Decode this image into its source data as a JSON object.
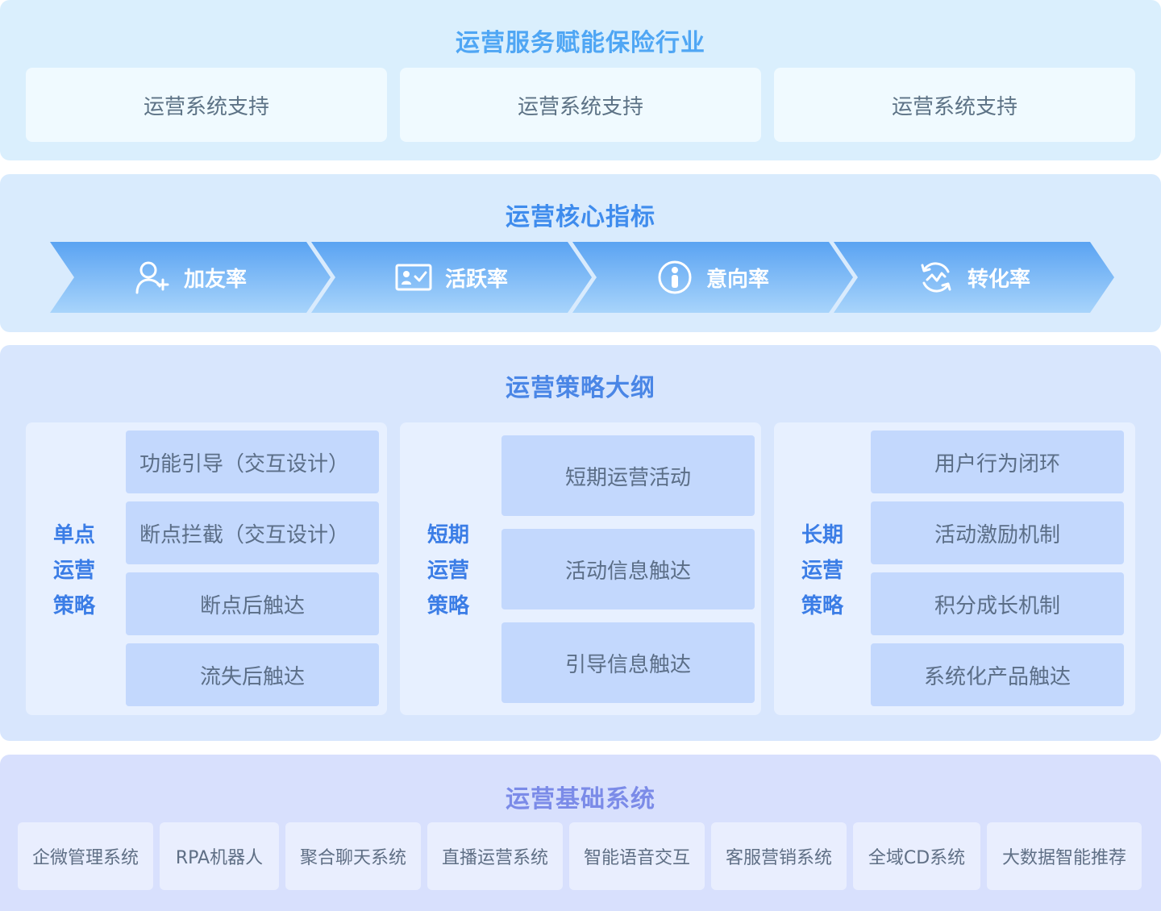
{
  "colors": {
    "chevron_top": "#5aa3f2",
    "chevron_bottom": "#a8d4fb",
    "accent_blue": "#3b7de6"
  },
  "section1": {
    "title": "运营服务赋能保险行业",
    "cards": [
      "运营系统支持",
      "运营系统支持",
      "运营系统支持"
    ]
  },
  "section2": {
    "title": "运营核心指标",
    "metrics": [
      {
        "label": "加友率",
        "icon": "add-user-icon"
      },
      {
        "label": "活跃率",
        "icon": "id-card-check-icon"
      },
      {
        "label": "意向率",
        "icon": "person-circle-icon"
      },
      {
        "label": "转化率",
        "icon": "conversion-cycle-icon"
      }
    ]
  },
  "section3": {
    "title": "运营策略大纲",
    "panels": [
      {
        "label": [
          "单点",
          "运营",
          "策略"
        ],
        "items": [
          "功能引导（交互设计）",
          "断点拦截（交互设计）",
          "断点后触达",
          "流失后触达"
        ]
      },
      {
        "label": [
          "短期",
          "运营",
          "策略"
        ],
        "items": [
          "短期运营活动",
          "活动信息触达",
          "引导信息触达"
        ]
      },
      {
        "label": [
          "长期",
          "运营",
          "策略"
        ],
        "items": [
          "用户行为闭环",
          "活动激励机制",
          "积分成长机制",
          "系统化产品触达"
        ]
      }
    ]
  },
  "section4": {
    "title": "运营基础系统",
    "systems": [
      "企微管理系统",
      "RPA机器人",
      "聚合聊天系统",
      "直播运营系统",
      "智能语音交互",
      "客服营销系统",
      "全域CD系统",
      "大数据智能推荐"
    ]
  }
}
